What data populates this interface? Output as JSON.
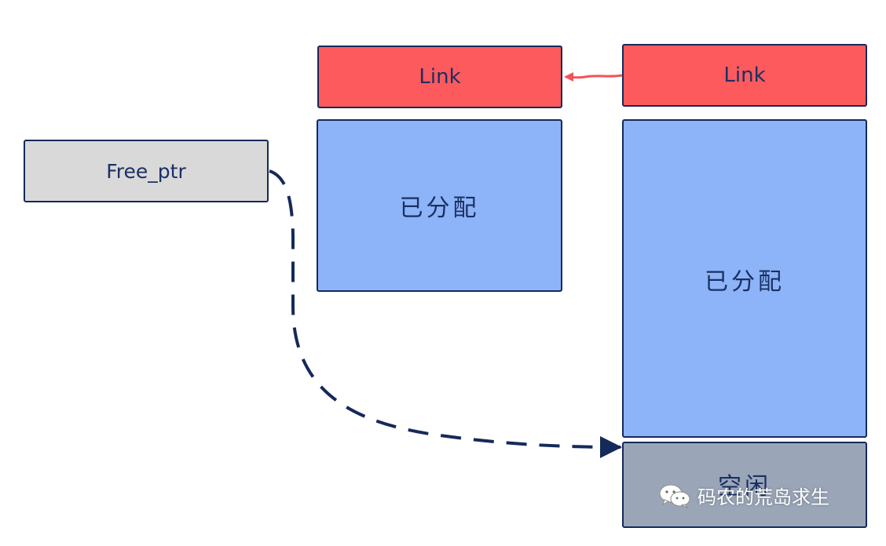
{
  "diagram": {
    "free_ptr": {
      "label": "Free_ptr",
      "color": "#d9d9d9"
    },
    "links": [
      {
        "label": "Link",
        "color": "#fd5a5e"
      },
      {
        "label": "Link",
        "color": "#fd5a5e"
      }
    ],
    "allocated_blocks": [
      {
        "label": "已分配",
        "color": "#8db4f8"
      },
      {
        "label": "已分配",
        "color": "#8db4f8"
      }
    ],
    "free_block": {
      "label": "空闲",
      "color": "#9aa6b8"
    },
    "arrow_colors": {
      "link_arrow": "#f0545a",
      "pointer_arrow": "#15295a"
    },
    "watermark": {
      "icon": "wechat-icon",
      "text": "码农的荒岛求生"
    }
  }
}
